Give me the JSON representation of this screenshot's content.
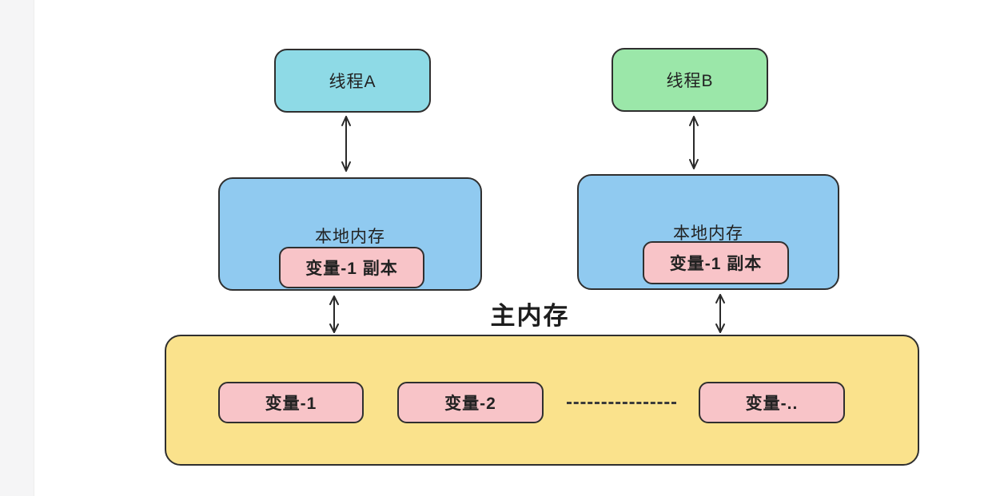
{
  "diagram": {
    "threads": [
      {
        "label": "线程A"
      },
      {
        "label": "线程B"
      }
    ],
    "local_memories": [
      {
        "label": "本地内存",
        "variable_copy": "变量-1 副本"
      },
      {
        "label": "本地内存",
        "variable_copy": "变量-1 副本"
      }
    ],
    "main_memory": {
      "title": "主内存",
      "variables": [
        "变量-1",
        "变量-2",
        "变量-.."
      ]
    },
    "colors": {
      "thread_a_fill": "#8edae6",
      "thread_b_fill": "#9be7a9",
      "local_memory_fill": "#90caf0",
      "variable_fill": "#f8c4c8",
      "main_memory_fill": "#fae28c",
      "border": "#2f2f2f",
      "background": "#ffffff",
      "left_strip": "#f5f5f6"
    }
  }
}
